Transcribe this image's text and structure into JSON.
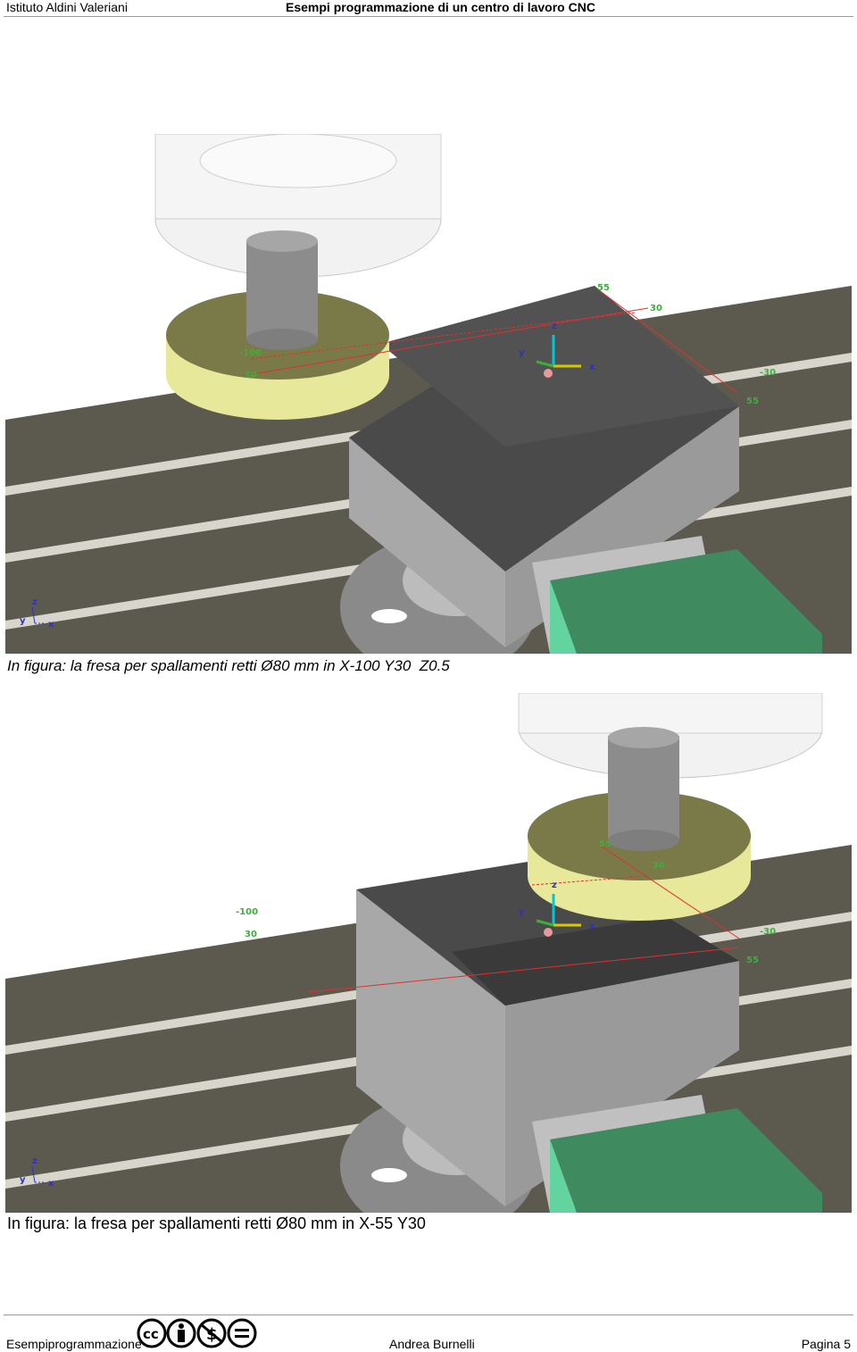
{
  "header": {
    "school": "Istituto Aldini Valeriani",
    "title": "Esempi programmazione di un centro di lavoro CNC"
  },
  "figures": [
    {
      "caption": "In figura: la fresa per spallamenti retti Ø80 mm in X-100 Y30  Z0.5",
      "labels": {
        "55_top": "55",
        "30_top": "30",
        "neg30": "-30",
        "55_right": "55",
        "neg100": "-100",
        "30_left": "30"
      },
      "axes": {
        "z": "z",
        "y": "y",
        "x": "x"
      },
      "corner_axes": {
        "z": "z",
        "y": "y",
        "x": "x"
      }
    },
    {
      "caption": "In figura: la fresa per spallamenti retti Ø80 mm in X-55 Y30",
      "labels": {
        "55_top": "55",
        "30_top": "30",
        "neg30": "-30",
        "55_right": "55",
        "neg100": "-100",
        "30_left": "30"
      },
      "axes": {
        "z": "z",
        "y": "y",
        "x": "x"
      },
      "corner_axes": {
        "z": "z",
        "y": "y",
        "x": "x"
      }
    }
  ],
  "footer": {
    "left": "Esempiprogrammazione",
    "author": "Andrea Burnelli",
    "page": "Pagina 5",
    "license_icons": [
      "cc-icon",
      "by-icon",
      "nc-icon",
      "nd-icon"
    ]
  },
  "colors": {
    "table_rail": "#5c5a4f",
    "rail_stripe": "#d8d6cc",
    "block_front": "#9a9a9a",
    "block_side": "#8a8a8a",
    "block_top": "#4a4a4a",
    "tool_yellow": "#e8e89a",
    "tool_yellow_dark": "#7a7a48",
    "vise_green": "#3f8a5e",
    "vise_green_light": "#63d3a0",
    "toolpath_red": "#e03030",
    "label_green": "#3ab03a"
  }
}
